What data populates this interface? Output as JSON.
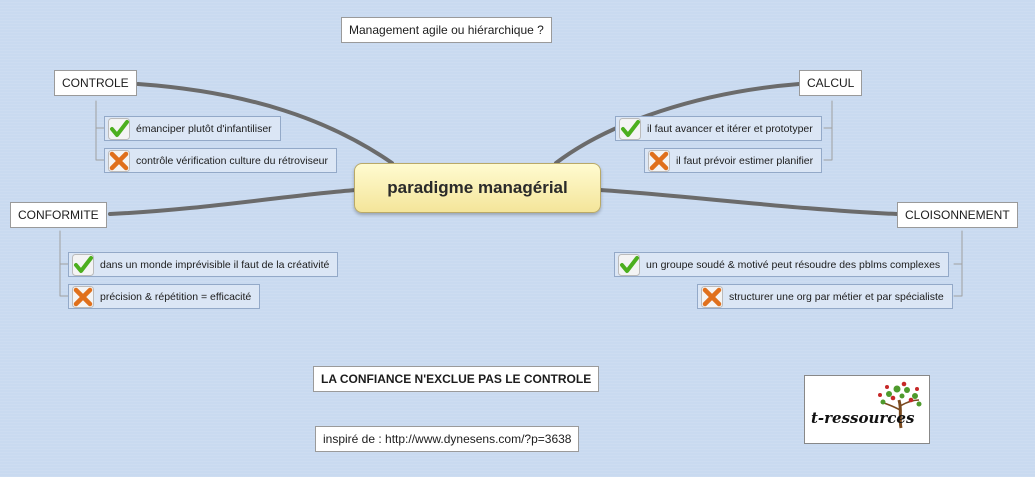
{
  "title": "Management agile ou hiérarchique ?",
  "central": "paradigme managérial",
  "branches": {
    "controle": {
      "label": "CONTROLE",
      "items": [
        {
          "icon": "check-icon",
          "text": "émanciper plutôt d'infantiliser"
        },
        {
          "icon": "cross-icon",
          "text": "contrôle vérification culture du rétroviseur"
        }
      ]
    },
    "conformite": {
      "label": "CONFORMITE",
      "items": [
        {
          "icon": "check-icon",
          "text": "dans un monde imprévisible il faut de la créativité"
        },
        {
          "icon": "cross-icon",
          "text": "précision & répétition = efficacité"
        }
      ]
    },
    "calcul": {
      "label": "CALCUL",
      "items": [
        {
          "icon": "check-icon",
          "text": "il faut avancer et itérer et prototyper"
        },
        {
          "icon": "cross-icon",
          "text": "il faut prévoir estimer planifier"
        }
      ]
    },
    "cloisonnement": {
      "label": "CLOISONNEMENT",
      "items": [
        {
          "icon": "check-icon",
          "text": "un groupe soudé & motivé peut résoudre des pblms complexes"
        },
        {
          "icon": "cross-icon",
          "text": "structurer une org par métier et par spécialiste"
        }
      ]
    }
  },
  "conclusion": "LA CONFIANCE N'EXCLUE PAS LE CONTROLE",
  "source": "inspiré de : http://www.dynesens.com/?p=3638",
  "logo": {
    "text": "t-ressources"
  },
  "colors": {
    "background": "#c9daf0",
    "connector": "#6b6b6b",
    "check": "#4caf1e",
    "cross": "#e0701c",
    "central": "#f7ebaa"
  }
}
